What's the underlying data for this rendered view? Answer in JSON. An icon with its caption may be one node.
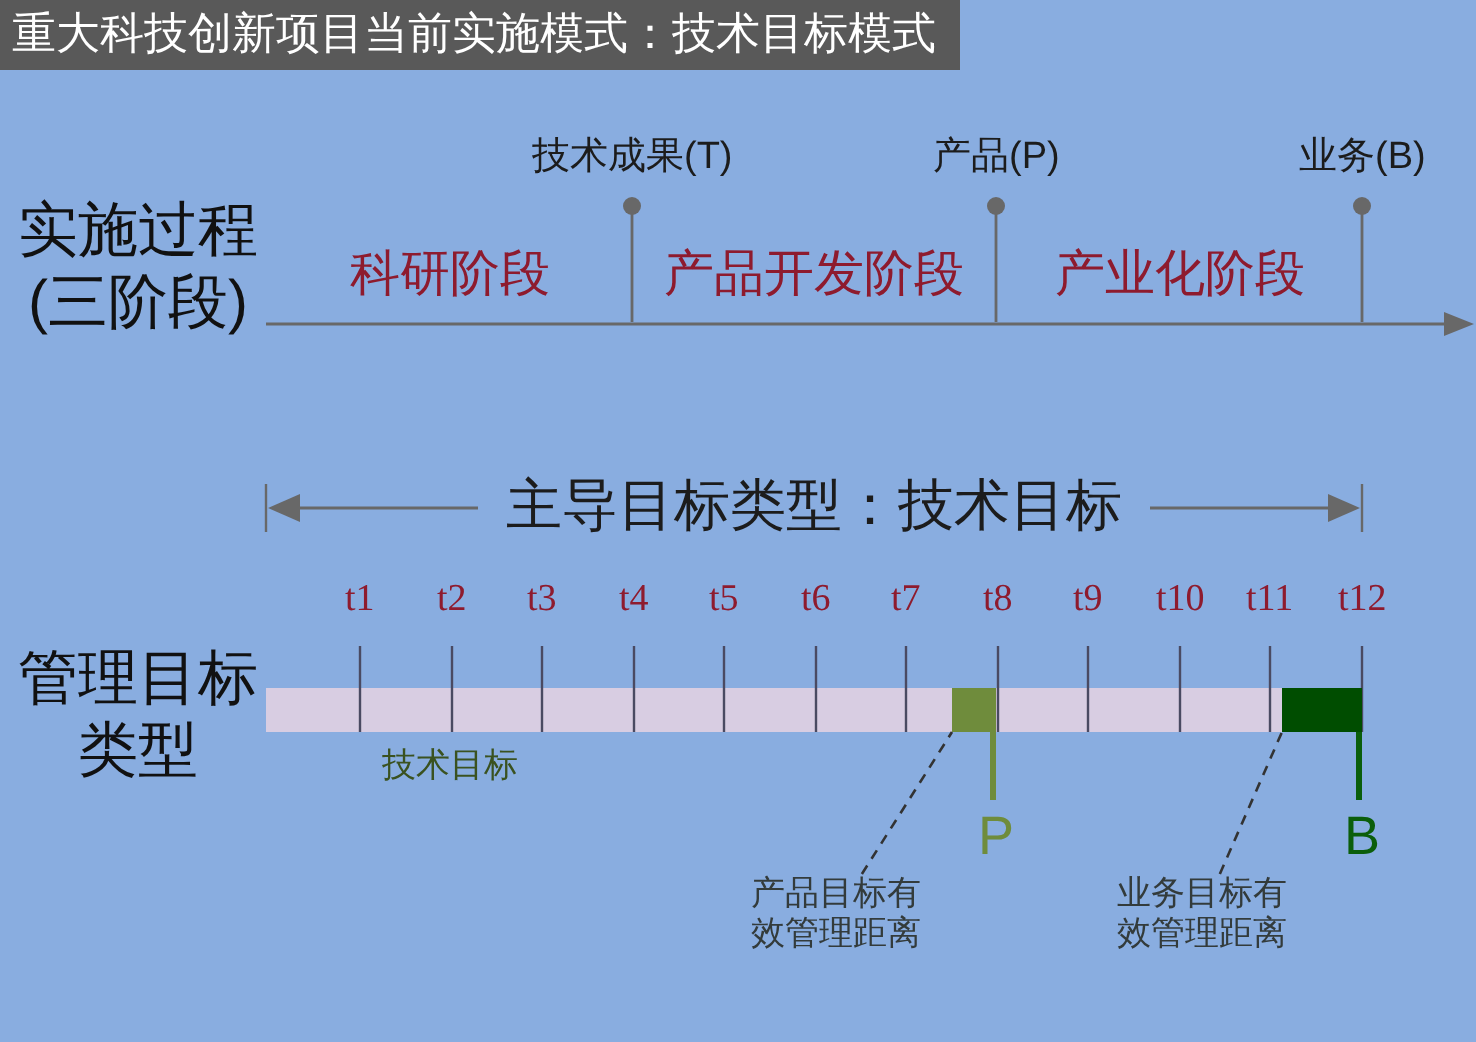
{
  "diagram": {
    "title": "重大科技创新项目当前实施模式：技术目标模式",
    "nodes": [
      {
        "text": [],
        "shape": "bar",
        "beside": [
          "P"
        ]
      },
      {
        "text": [],
        "shape": "bar",
        "beside": [
          "B"
        ]
      },
      {
        "text": [
          "产品目标有效管理距离"
        ]
      },
      {
        "text": [
          "业务目标有效管理距离"
        ]
      }
    ],
    "edges": [
      {
        "from": 2,
        "to": 0,
        "arrow": "none",
        "style": "dashed"
      },
      {
        "from": 3,
        "to": 1,
        "arrow": "none",
        "style": "dashed"
      }
    ],
    "labels": [
      "技术成果(T)",
      "产品(P)",
      "业务(B)",
      "实施过程(三阶段)",
      "科研阶段",
      "产品开发阶段",
      "产业化阶段",
      "主导目标类型：技术目标",
      "t1",
      "t2",
      "t3",
      "t4",
      "t5",
      "t6",
      "t7",
      "t8",
      "t9",
      "t10",
      "t11",
      "t12",
      "管理目标类型",
      "技术目标"
    ]
  }
}
